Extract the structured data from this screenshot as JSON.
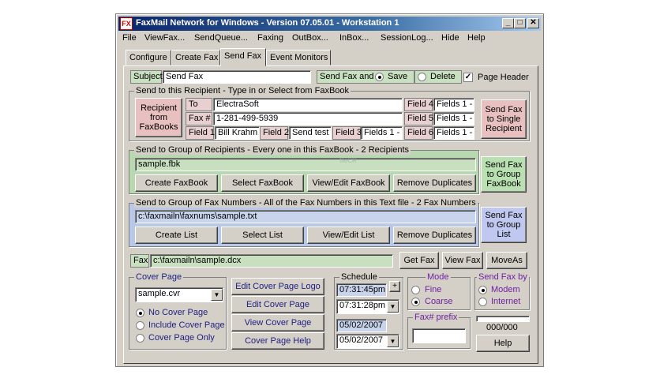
{
  "window": {
    "title": "FaxMail Network for Windows - Version 07.05.01 - Workstation 1",
    "icon_text": "FX",
    "minimize": "_",
    "maximize": "□",
    "close": "✕"
  },
  "menu": [
    "File",
    "ViewFax...",
    "SendQueue...",
    "Faxing",
    "OutBox...",
    "InBox...",
    "SessionLog...",
    "Hide",
    "Help"
  ],
  "tabs": [
    "Configure",
    "Create Fax",
    "Send Fax",
    "Event Monitors"
  ],
  "active_tab": "Send Fax",
  "subject": {
    "label": "Subject",
    "value": "Send Fax"
  },
  "send_fax_and": {
    "label": "Send Fax and",
    "save": "Save",
    "delete": "Delete",
    "page_header": "Page Header"
  },
  "recipient": {
    "group_title": "Send to this Recipient - Type in or Select from FaxBook",
    "from_faxbook_button": "Recipient from FaxBooks",
    "to_label": "To",
    "to_value": "ElectraSoft",
    "fax_label": "Fax #",
    "fax_value": "1-281-499-5939",
    "field1_label": "Field 1",
    "field1_value": "Bill Krahm",
    "field2_label": "Field 2",
    "field2_value": "Send test",
    "field3_label": "Field 3",
    "field3_value": "Fields 1 -",
    "field4_label": "Field 4",
    "field4_value": "Fields 1 -",
    "field5_label": "Field 5",
    "field5_value": "Fields 1 -",
    "field6_label": "Field 6",
    "field6_value": "Fields 1 -",
    "send_button": "Send Fax to Single Recipient"
  },
  "group": {
    "title": "Send to Group of Recipients - Every one in this FaxBook - 2 Recipients",
    "file": "sample.fbk",
    "buttons": [
      "Create FaxBook",
      "Select FaxBook",
      "View/Edit FaxBook",
      "Remove Duplicates"
    ],
    "send_button": "Send Fax to Group FaxBook"
  },
  "numbers": {
    "title": "Send to Group of Fax Numbers - All of the Fax Numbers in this Text file - 2 Fax Numbers",
    "file": "c:\\faxmailn\\faxnums\\sample.txt",
    "buttons": [
      "Create List",
      "Select List",
      "View/Edit List",
      "Remove Duplicates"
    ],
    "send_button": "Send Fax to Group List"
  },
  "fax": {
    "label": "Fax",
    "file": "c:\\faxmailn\\sample.dcx",
    "get": "Get Fax",
    "view": "View Fax",
    "moveas": "MoveAs"
  },
  "cover": {
    "title": "Cover Page",
    "file": "sample.cvr",
    "options": [
      "No Cover Page",
      "Include Cover Page",
      "Cover Page Only"
    ],
    "buttons": [
      "Edit Cover Page Logo",
      "Edit Cover Page",
      "View Cover Page",
      "Cover Page Help"
    ]
  },
  "schedule": {
    "title": "Schedule",
    "time_display": "07:31:45pm",
    "time_value": "07:31:28pm",
    "plus": "+",
    "date_display": "05/02/2007",
    "date_value": "05/02/2007"
  },
  "mode": {
    "title": "Mode",
    "fine": "Fine",
    "coarse": "Coarse"
  },
  "send_by": {
    "title": "Send Fax by",
    "modem": "Modem",
    "internet": "Internet"
  },
  "prefix": {
    "title": "Fax# prefix",
    "value": ""
  },
  "counter": "000/000",
  "help": "Help",
  "watermark": "fileCR"
}
